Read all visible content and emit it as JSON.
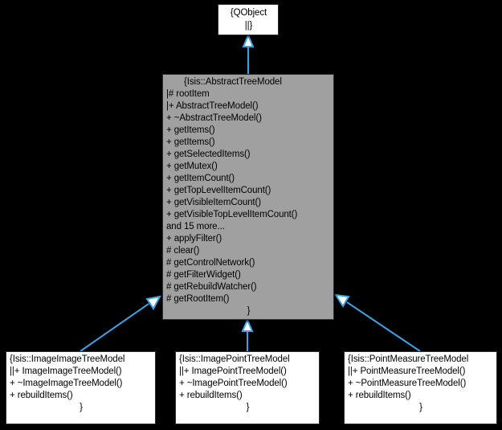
{
  "diagram": {
    "type": "uml-class-inheritance",
    "background_color": "#000000",
    "edge_color": "#3aa3e8",
    "node_fill_base": "#a0a0a0",
    "node_fill_derived": "#ffffff",
    "node_border_color": "#2e2e2e"
  },
  "nodes": {
    "qobject": {
      "id": "qobject",
      "fill": "#ffffff",
      "lines": [
        "{QObject",
        "||}"
      ]
    },
    "abstract_tree_model": {
      "id": "abstract-tree-model",
      "fill": "#a0a0a0",
      "title": "{Isis::AbstractTreeModel",
      "lines": [
        "|# rootItem",
        "|+ AbstractTreeModel()",
        "+ ~AbstractTreeModel()",
        "+ getItems()",
        "+ getItems()",
        "+ getSelectedItems()",
        "+ getMutex()",
        "+ getItemCount()",
        "+ getTopLevelItemCount()",
        "+ getVisibleItemCount()",
        "+ getVisibleTopLevelItemCount()",
        "and 15 more...",
        "+ applyFilter()",
        "# clear()",
        "# getControlNetwork()",
        "# getFilterWidget()",
        "# getRebuildWatcher()",
        "# getRootItem()"
      ],
      "closing_brace": "}"
    },
    "image_image_tree_model": {
      "id": "image-image-tree-model",
      "fill": "#ffffff",
      "title": "{Isis::ImageImageTreeModel",
      "lines": [
        "||+ ImageImageTreeModel()",
        "+ ~ImageImageTreeModel()",
        "+ rebuildItems()"
      ],
      "closing_brace": "}"
    },
    "image_point_tree_model": {
      "id": "image-point-tree-model",
      "fill": "#ffffff",
      "title": "{Isis::ImagePointTreeModel",
      "lines": [
        "||+ ImagePointTreeModel()",
        "+ ~ImagePointTreeModel()",
        "+ rebuildItems()"
      ],
      "closing_brace": "}"
    },
    "point_measure_tree_model": {
      "id": "point-measure-tree-model",
      "fill": "#ffffff",
      "title": "{Isis::PointMeasureTreeModel",
      "lines": [
        "||+ PointMeasureTreeModel()",
        "+ ~PointMeasureTreeModel()",
        "+ rebuildItems()"
      ],
      "closing_brace": "}"
    }
  },
  "edges": [
    {
      "from": "abstract-tree-model",
      "to": "qobject",
      "kind": "inheritance"
    },
    {
      "from": "image-image-tree-model",
      "to": "abstract-tree-model",
      "kind": "inheritance"
    },
    {
      "from": "image-point-tree-model",
      "to": "abstract-tree-model",
      "kind": "inheritance"
    },
    {
      "from": "point-measure-tree-model",
      "to": "abstract-tree-model",
      "kind": "inheritance"
    }
  ]
}
